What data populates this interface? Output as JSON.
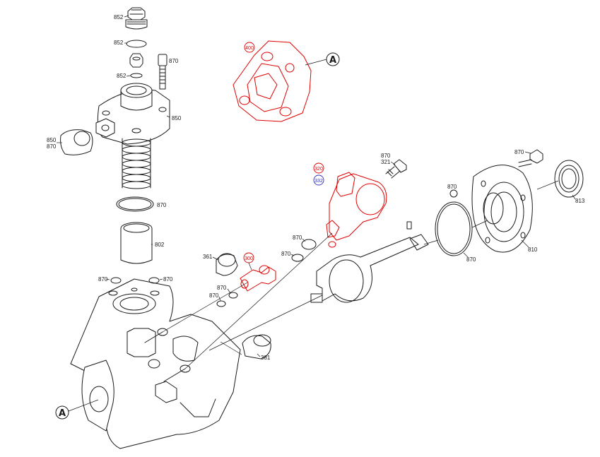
{
  "colors": {
    "line": "#1a1a1a",
    "highlight": "#e00000",
    "circled_blue": "#3030c0",
    "background": "#ffffff"
  },
  "refs": {
    "A": "A"
  },
  "labels": {
    "p852a": "852",
    "p852b": "852",
    "p852c": "852",
    "p870_bolt_top": "870",
    "p850_housing": "850",
    "p850_cap": "850",
    "p870_cap": "870",
    "p870_ring": "870",
    "p802": "802",
    "p870_left": "870",
    "p870_right": "870",
    "p361": "361",
    "p870_oring1": "870",
    "p870_oring2": "870",
    "p870_oring3": "870",
    "p381": "381",
    "p870_screw": "870",
    "p321": "321",
    "p870_bigring": "870",
    "p870_flange_small": "870",
    "p870_flange_screw": "870",
    "p813": "813",
    "p810": "810"
  },
  "circled": {
    "c400": "400",
    "c320": "320",
    "c332": "332",
    "c300": "300"
  }
}
